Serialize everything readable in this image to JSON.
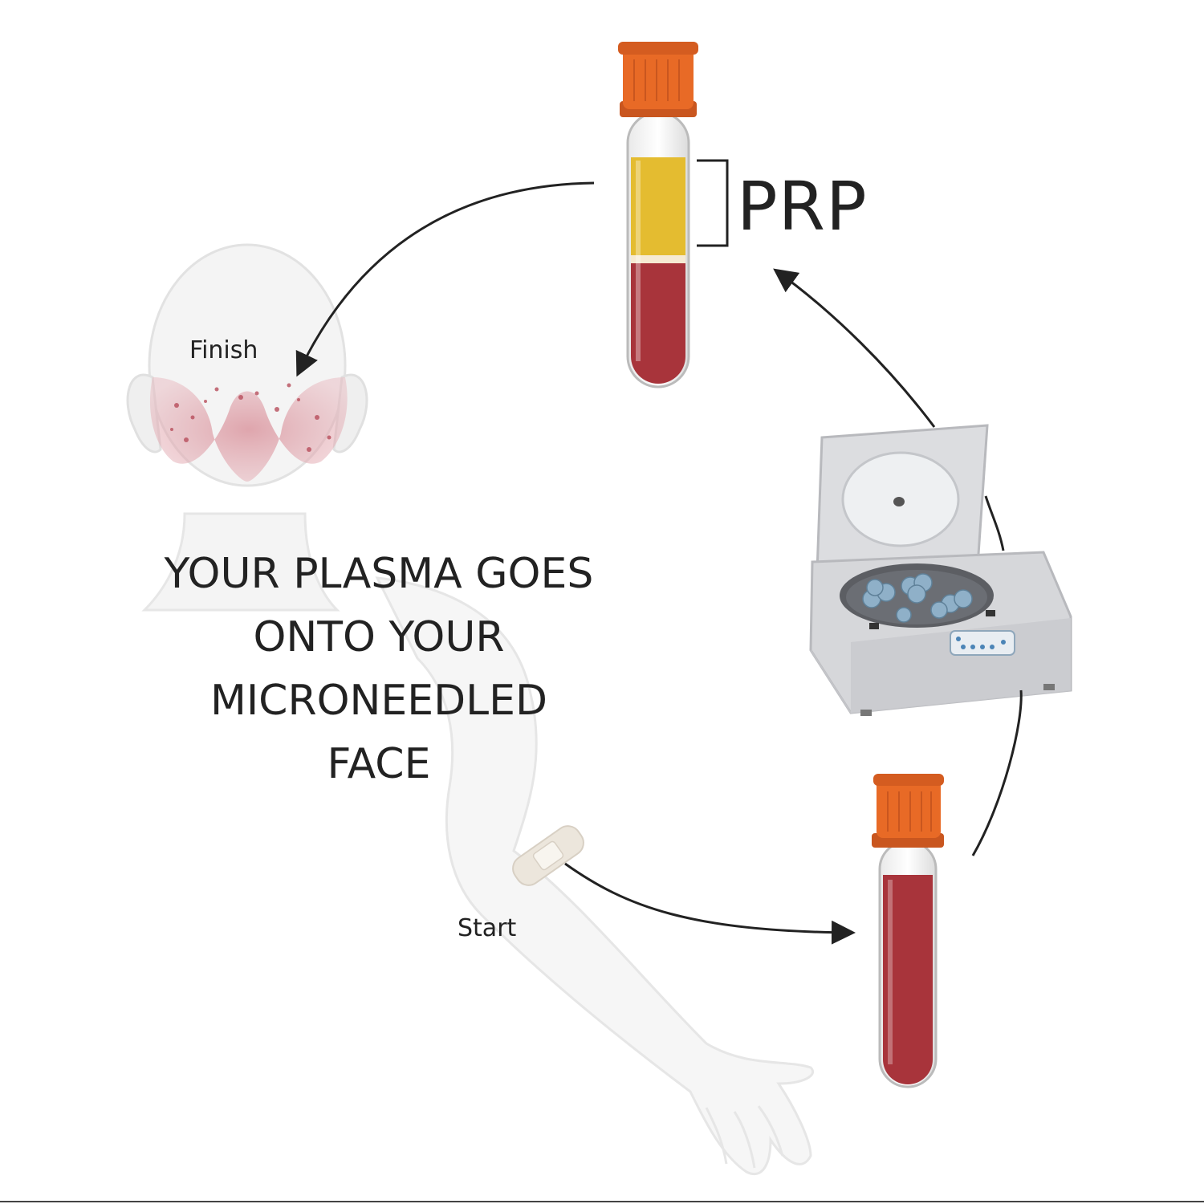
{
  "labels": {
    "prp": "PRP",
    "finish": "Finish",
    "start": "Start"
  },
  "caption_lines": [
    "YOUR PLASMA GOES",
    "ONTO YOUR",
    "MICRONEEDLED",
    "FACE"
  ],
  "colors": {
    "cap": "#e86a26",
    "plasma": "#e4bc30",
    "blood": "#a8343b",
    "arrow": "#222222",
    "skin": "#f4f4f4",
    "face_mark": "#d88d97",
    "centrifuge": "#d8d9dc",
    "rotor_tube": "#8fb0c8"
  },
  "icons": [
    "head-icon",
    "arm-icon",
    "prp-tube-icon",
    "blood-tube-icon",
    "centrifuge-icon",
    "bandage-icon"
  ]
}
